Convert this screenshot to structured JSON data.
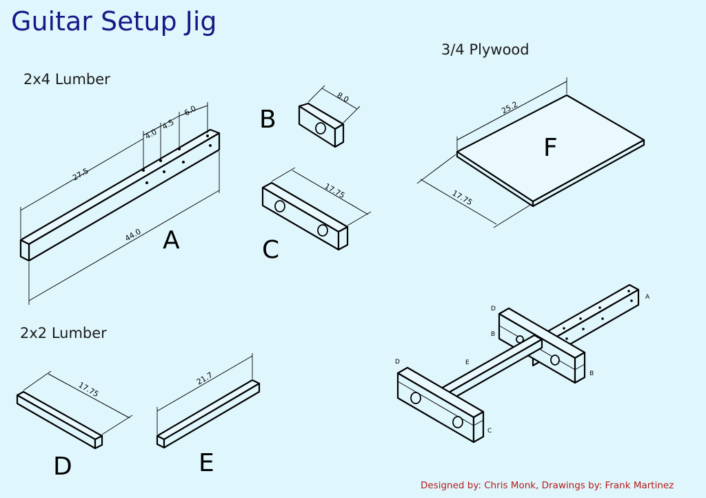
{
  "title": "Guitar Setup Jig",
  "sections": {
    "lumber_2x4": "2x4 Lumber",
    "lumber_2x2": "2x2 Lumber",
    "plywood": "3/4 Plywood"
  },
  "parts": {
    "A": {
      "letter": "A",
      "dims": [
        "27.5",
        "44.0",
        "4.0",
        "4.5",
        "6.0"
      ]
    },
    "B": {
      "letter": "B",
      "dims": [
        "8.0"
      ]
    },
    "C": {
      "letter": "C",
      "dims": [
        "17.75"
      ]
    },
    "D": {
      "letter": "D",
      "dims": [
        "17.75"
      ]
    },
    "E": {
      "letter": "E",
      "dims": [
        "21.7"
      ]
    },
    "F": {
      "letter": "F",
      "dims": [
        "25.2",
        "17.75"
      ]
    }
  },
  "assembly_labels": {
    "A": "A",
    "B_upper": "B",
    "B_lower": "B",
    "C": "C",
    "D_upper": "D",
    "D_lower": "D",
    "E": "E"
  },
  "credits": "Designed by: Chris Monk, Drawings by: Frank Martinez",
  "colors": {
    "background": "#dff6fc",
    "title": "#151a86",
    "credits": "#b51a1a"
  }
}
